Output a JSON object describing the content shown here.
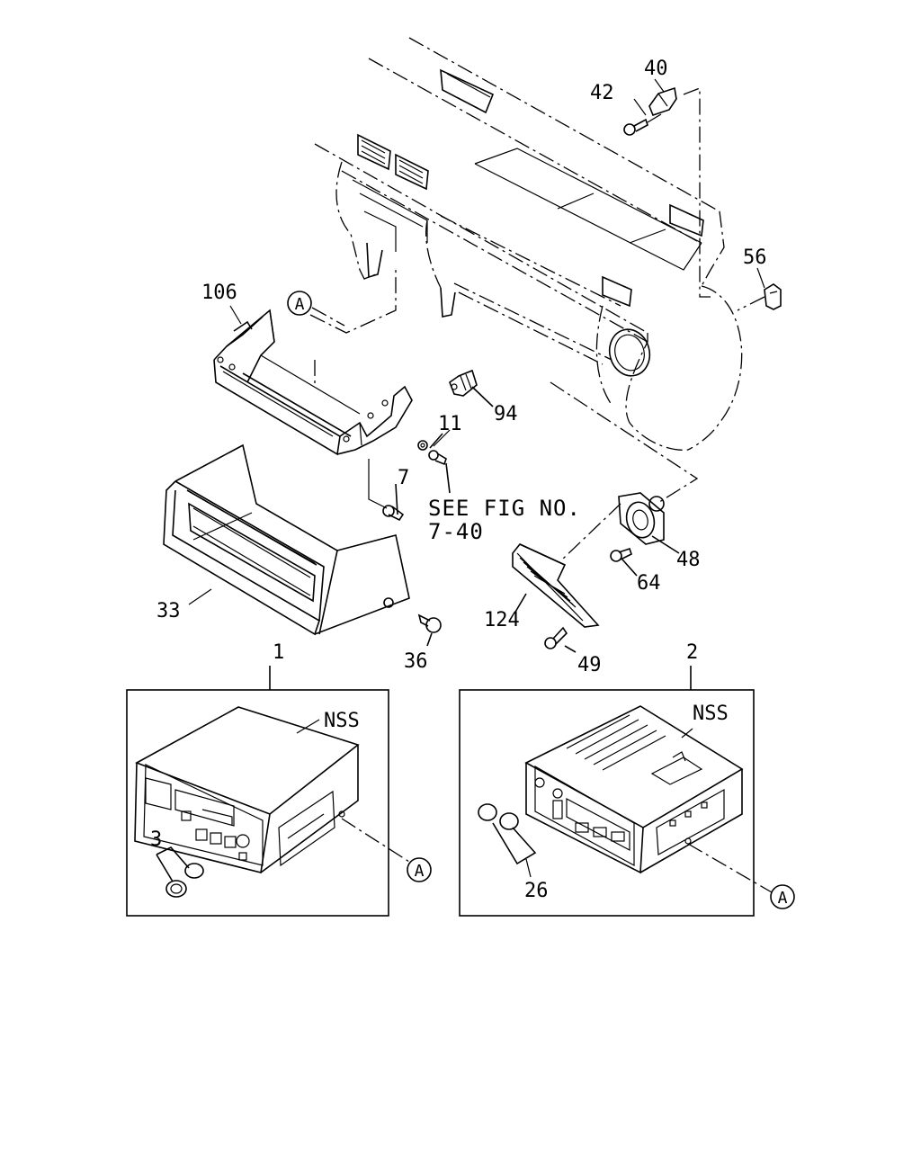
{
  "diagram": {
    "labels": {
      "p40": "40",
      "p42": "42",
      "p56": "56",
      "p106": "106",
      "pA_top": "A",
      "p94": "94",
      "p11": "11",
      "p7": "7",
      "p33": "33",
      "p36": "36",
      "p48": "48",
      "p64": "64",
      "p124": "124",
      "p49": "49",
      "p1": "1",
      "p2": "2",
      "nss1": "NSS",
      "nss2": "NSS",
      "p3": "3",
      "p26": "26",
      "pA_left": "A",
      "pA_right": "A"
    },
    "reference": {
      "line1": "SEE FIG NO.",
      "line2": "7-40"
    }
  }
}
